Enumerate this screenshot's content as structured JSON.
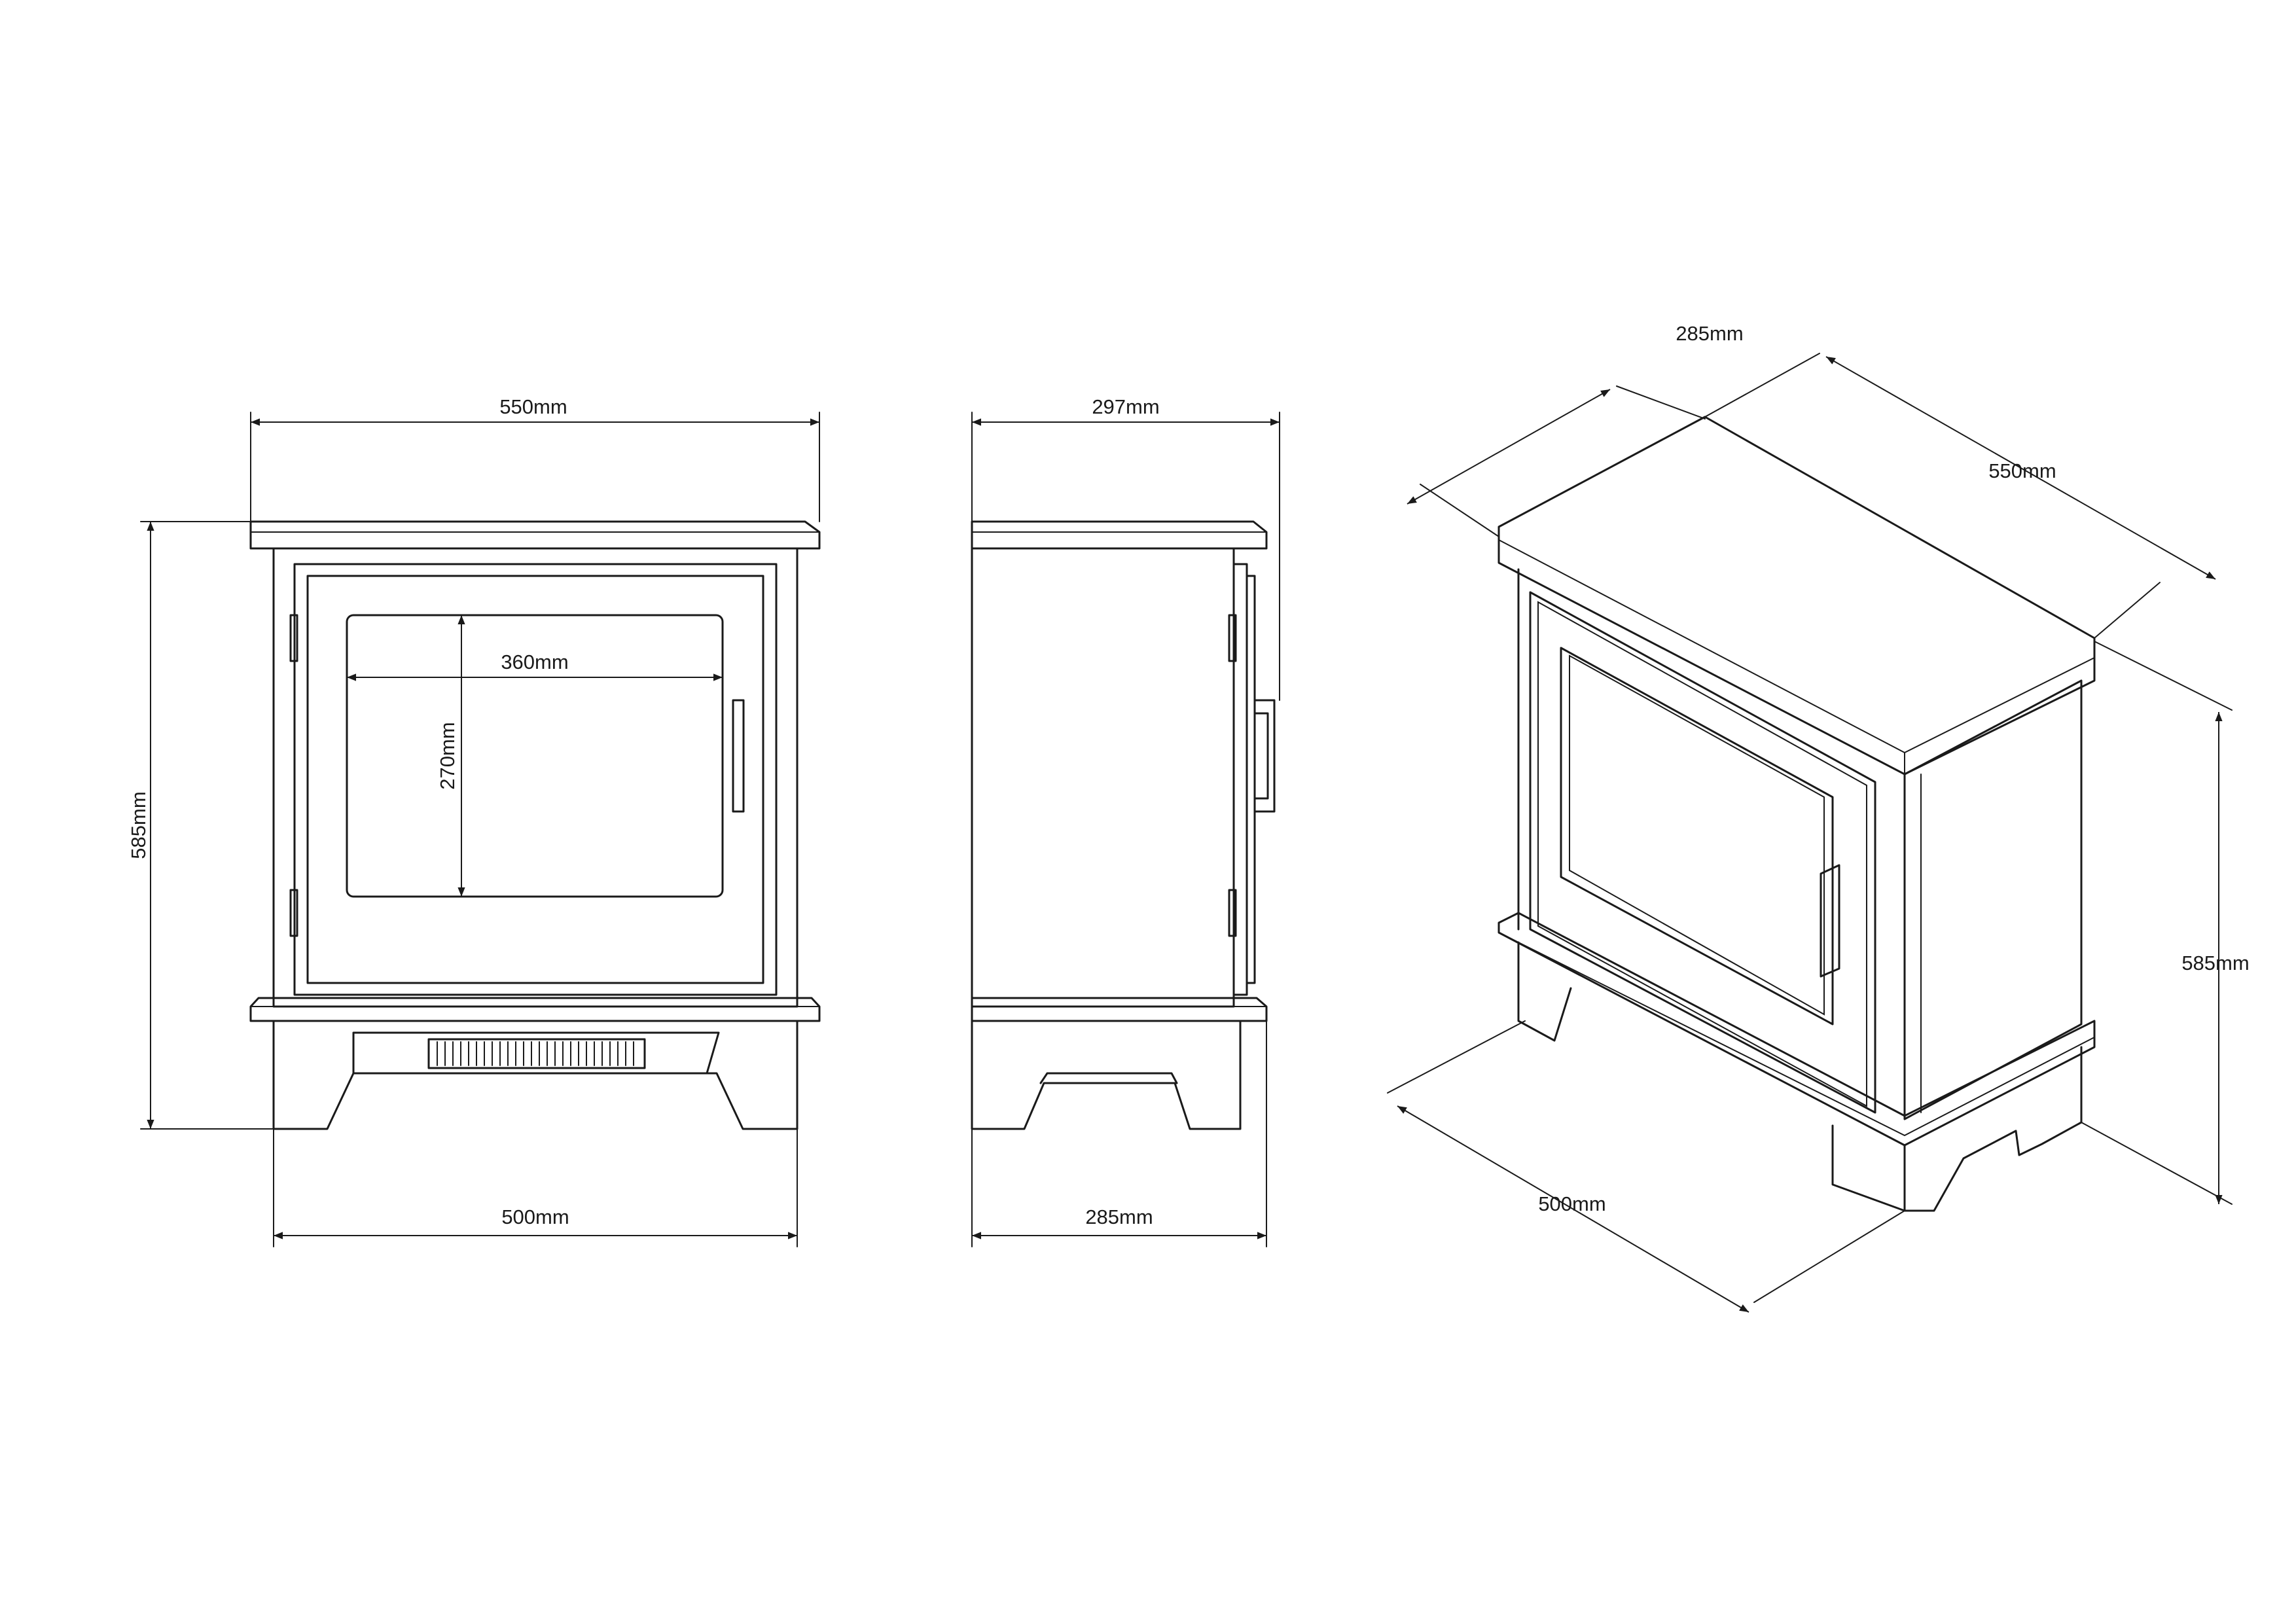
{
  "diagram": {
    "front_view": {
      "overall_width": "550mm",
      "overall_height": "585mm",
      "base_width": "500mm",
      "window_width": "360mm",
      "window_height": "270mm"
    },
    "side_view": {
      "overall_depth": "297mm",
      "base_depth": "285mm"
    },
    "isometric_view": {
      "depth": "285mm",
      "width": "550mm",
      "base_width": "500mm",
      "height": "585mm"
    }
  },
  "style": {
    "line_color": "#1a1a1a",
    "background": "#ffffff"
  }
}
